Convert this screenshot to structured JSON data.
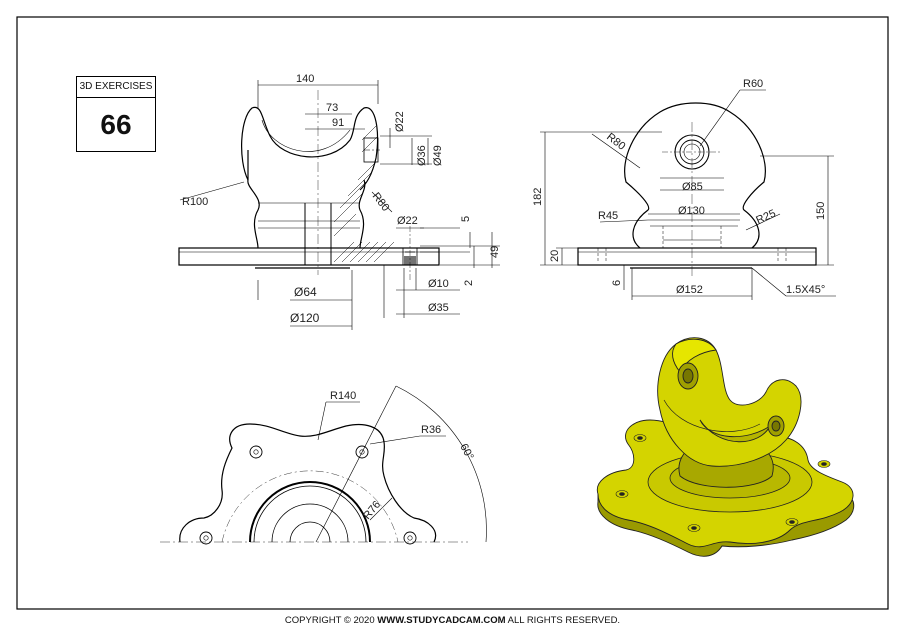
{
  "badge": {
    "label": "3D EXERCISES",
    "number": "66"
  },
  "footer": {
    "prefix": "COPYRIGHT © 2020",
    "site": "WWW.STUDYCADCAM.COM",
    "suffix": "ALL RIGHTS RESERVED."
  },
  "front_view": {
    "dims": {
      "d140": "140",
      "d73": "73",
      "d91": "91",
      "d22": "Ø22",
      "d36": "Ø36",
      "d49": "Ø49",
      "r100": "R100",
      "r80": "R80",
      "h22": "Ø22",
      "v5": "5",
      "v49": "49",
      "v2": "2",
      "d64": "Ø64",
      "d10": "Ø10",
      "d35": "Ø35",
      "d120": "Ø120"
    }
  },
  "side_view": {
    "dims": {
      "r60": "R60",
      "r80": "R80",
      "d85": "Ø85",
      "r45": "R45",
      "d130": "Ø130",
      "r25": "R25",
      "h182": "182",
      "h150": "150",
      "h20": "20",
      "h6": "6",
      "d152": "Ø152",
      "chamfer": "1.5X45°"
    }
  },
  "top_view": {
    "dims": {
      "r140": "R140",
      "r36": "R36",
      "angle": "60°",
      "r76": "R76"
    }
  },
  "colors": {
    "model": "#d4d400",
    "line": "#000000"
  }
}
